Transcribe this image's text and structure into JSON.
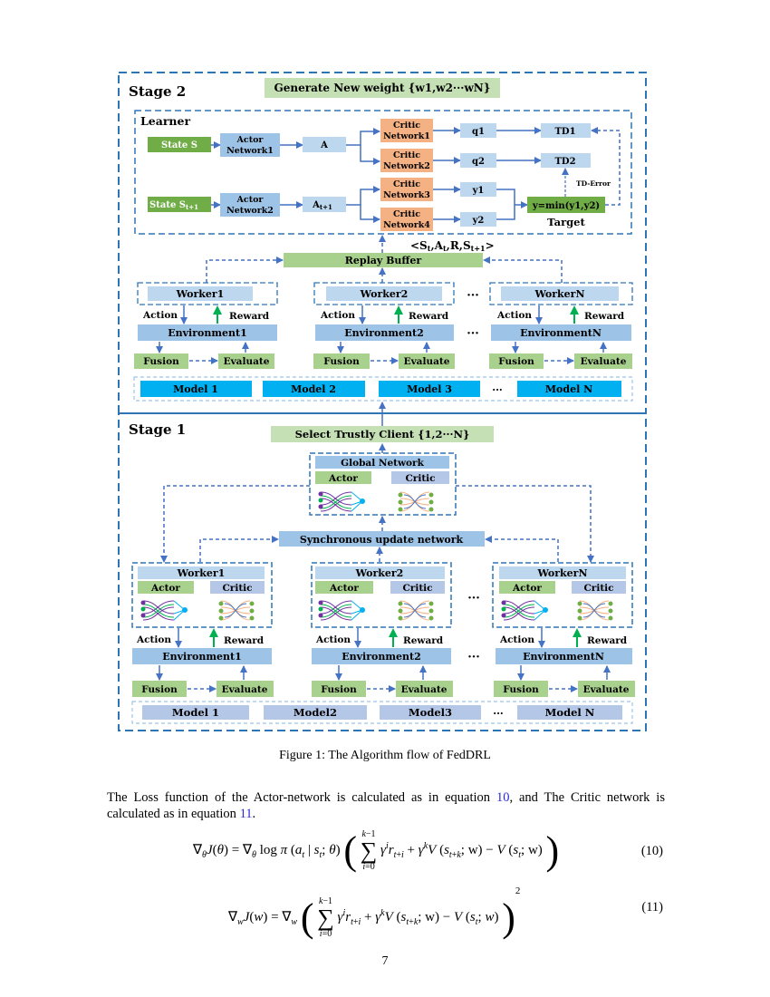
{
  "figure": {
    "stage2": {
      "title": "Stage 2",
      "generate": "Generate New weight {w1,w2···wN}",
      "learner": {
        "title": "Learner",
        "state_s": "State S",
        "state_s1": "State S",
        "state_s1_sub": "t+1",
        "actor1": [
          "Actor",
          "Network1"
        ],
        "actor2": [
          "Actor",
          "Network2"
        ],
        "a": "A",
        "a1": "A",
        "a1_sub": "t+1",
        "critics": [
          [
            "Critic",
            "Network1"
          ],
          [
            "Critic",
            "Network2"
          ],
          [
            "Critic",
            "Network3"
          ],
          [
            "Critic",
            "Network4"
          ]
        ],
        "q1": "q1",
        "q2": "q2",
        "y1": "y1",
        "y2": "y2",
        "td1": "TD1",
        "td2": "TD2",
        "td_error": "TD-Error",
        "ymin": "y=min(y1,y2)",
        "target": "Target"
      },
      "tuple": "<S",
      "tuple_parts": [
        "t",
        ",A",
        "t",
        ",R,S",
        "t+1",
        ">"
      ],
      "replay": "Replay Buffer",
      "workers": [
        "Worker1",
        "Worker2",
        "WorkerN"
      ],
      "action": "Action",
      "reward": "Reward",
      "envs": [
        "Environment1",
        "Environment2",
        "EnvironmentN"
      ],
      "fusion": "Fusion",
      "evaluate": "Evaluate",
      "models": [
        "Model 1",
        "Model 2",
        "Model 3",
        "···",
        "Model N"
      ],
      "dots": "···"
    },
    "stage1": {
      "title": "Stage 1",
      "select": "Select Trustly Client {1,2···N}",
      "global": "Global Network",
      "actor": "Actor",
      "critic": "Critic",
      "sync": "Synchronous update network",
      "workers": [
        "Worker1",
        "Worker2",
        "WorkerN"
      ],
      "action": "Action",
      "reward": "Reward",
      "envs": [
        "Environment1",
        "Environment2",
        "EnvironmentN"
      ],
      "fusion": "Fusion",
      "evaluate": "Evaluate",
      "models": [
        "Model 1",
        "Model2",
        "Model3",
        "···",
        "Model N"
      ],
      "dots": "···"
    },
    "colors": {
      "dash_border": "#2e75b6",
      "green": "#a9d18e",
      "green_light": "#c5e0b4",
      "blue": "#9dc3e6",
      "blue_light": "#bdd7ee",
      "orange": "#f4b183",
      "cyan": "#00b0f0",
      "arrow": "#4472c4",
      "reward_arrow": "#00b050"
    }
  },
  "caption": "Figure 1: The Algorithm flow of FedDRL",
  "paragraph": {
    "part1": "The Loss function of the Actor-network is calculated as in equation ",
    "ref1": "10",
    "part2": ", and The Critic network is calculated as in equation ",
    "ref2": "11",
    "part3": "."
  },
  "equations": {
    "eq10_number": "(10)",
    "eq11_number": "(11)"
  },
  "page_number": "7"
}
